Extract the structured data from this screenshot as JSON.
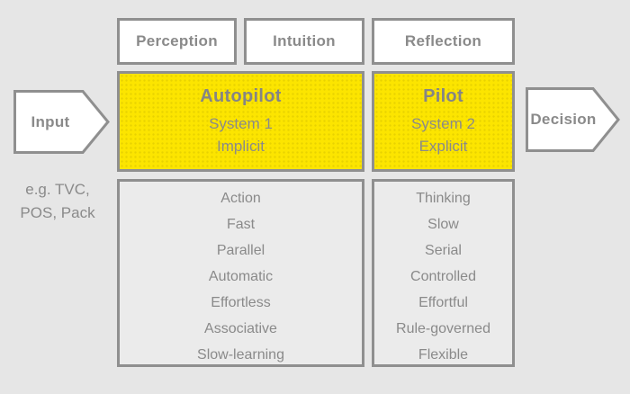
{
  "colors": {
    "bg": "#e6e6e6",
    "border": "#8f8f8f",
    "white": "#ffffff",
    "yellow": "#fce500",
    "boxfill": "#ebebeb",
    "text": "#8a8a8a",
    "titletext": "#858585"
  },
  "stages": {
    "labels": [
      "Perception",
      "Intuition",
      "Reflection"
    ]
  },
  "input": {
    "label": "Input",
    "examples_line1": "e.g. TVC,",
    "examples_line2": "POS, Pack"
  },
  "decision": {
    "label": "Decision"
  },
  "systems": [
    {
      "title": "Autopilot",
      "line1": "System 1",
      "line2": "Implicit",
      "attributes": [
        "Action",
        "Fast",
        "Parallel",
        "Automatic",
        "Effortless",
        "Associative",
        "Slow-learning"
      ]
    },
    {
      "title": "Pilot",
      "line1": "System 2",
      "line2": "Explicit",
      "attributes": [
        "Thinking",
        "Slow",
        "Serial",
        "Controlled",
        "Effortful",
        "Rule-governed",
        "Flexible"
      ]
    }
  ]
}
